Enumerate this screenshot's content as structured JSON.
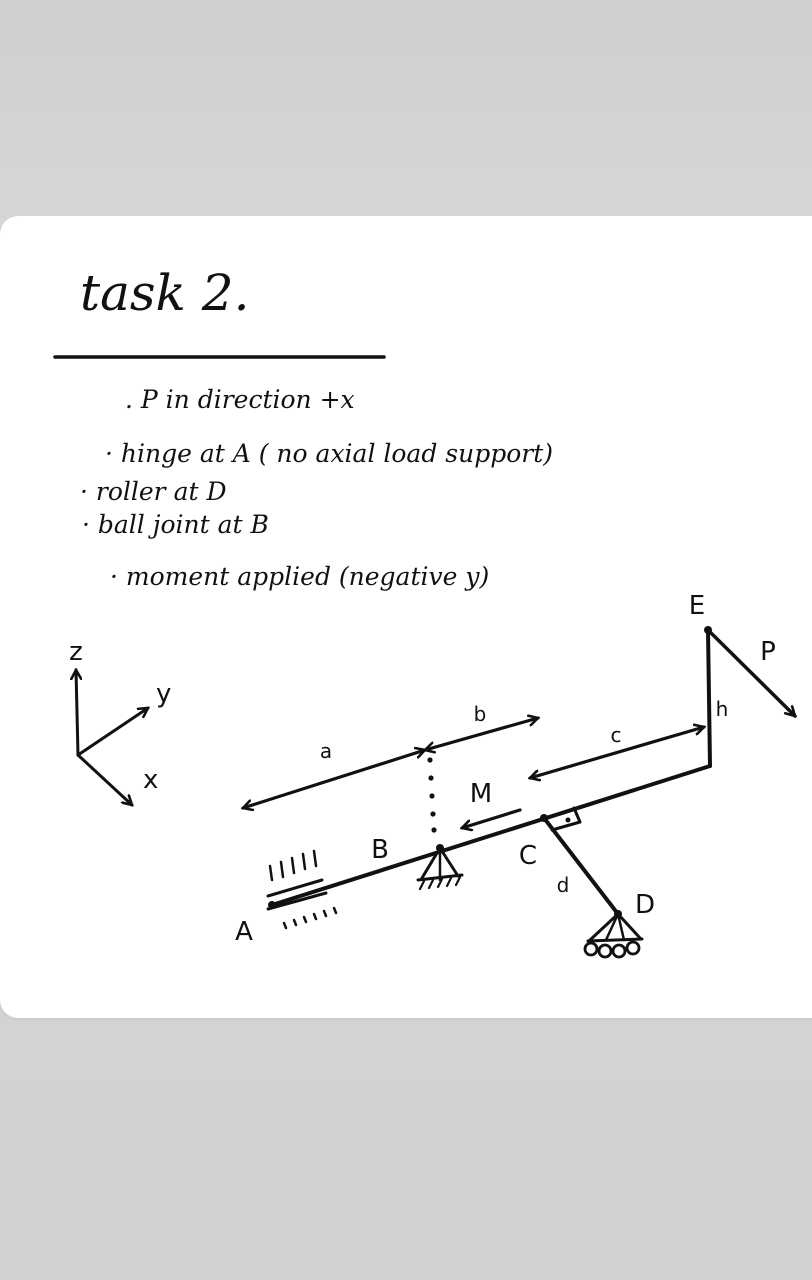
{
  "title": "task 2.",
  "notes": [
    ". P in direction +x",
    "· hinge at A ( no axial load support)",
    "· roller at D",
    "· ball joint at B",
    "· moment applied (negative y)"
  ],
  "axes": {
    "z": "z",
    "y": "y",
    "x": "x"
  },
  "points": {
    "A": "A",
    "B": "B",
    "C": "C",
    "D": "D",
    "E": "E"
  },
  "dimensions": {
    "a": "a",
    "b": "b",
    "c": "c",
    "d": "d",
    "h": "h"
  },
  "loads": {
    "P": "P",
    "M": "M"
  }
}
